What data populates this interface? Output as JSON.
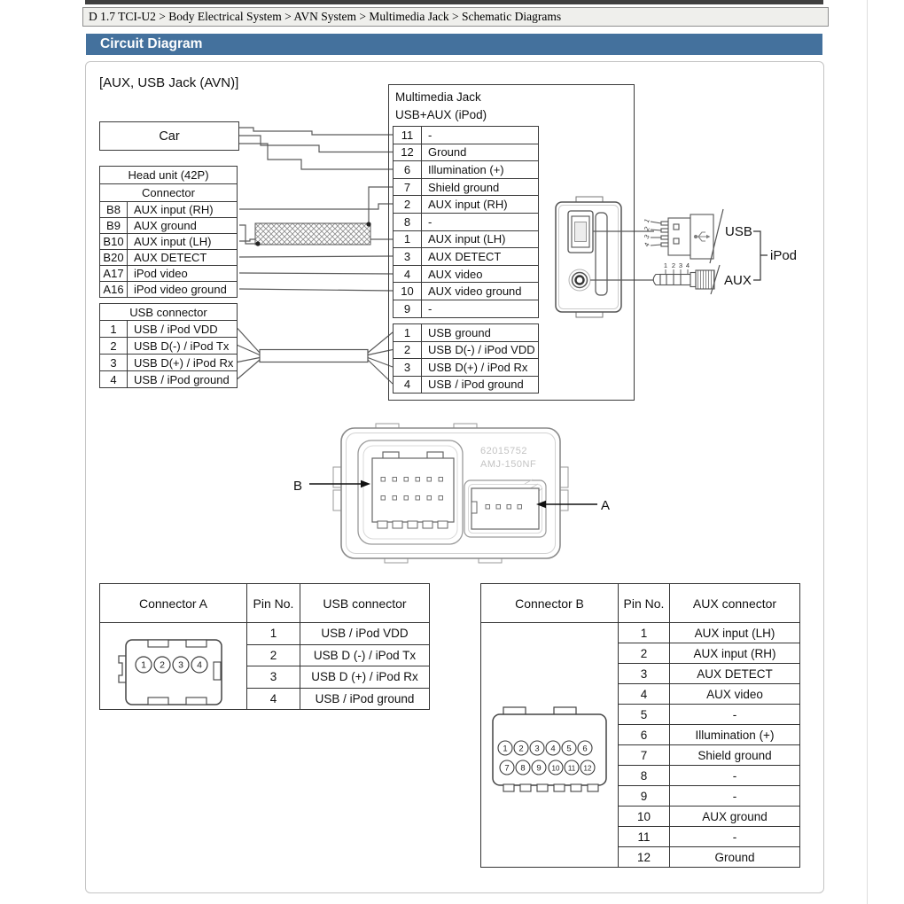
{
  "page": {
    "breadcrumb": "D 1.7 TCI-U2 > Body Electrical System > AVN System > Multimedia Jack > Schematic Diagrams",
    "section_title": "Circuit Diagram",
    "diagram_label": "[AUX, USB Jack (AVN)]"
  },
  "colors": {
    "header_blue": "#44719d",
    "wire": "#5a5a5a",
    "table_border": "#3a3a3a"
  },
  "car": {
    "label": "Car"
  },
  "head_unit": {
    "header1": "Head unit (42P)",
    "header2": "Connector",
    "rows": [
      {
        "pin": "B8",
        "label": "AUX input (RH)"
      },
      {
        "pin": "B9",
        "label": "AUX ground"
      },
      {
        "pin": "B10",
        "label": "AUX input (LH)"
      },
      {
        "pin": "B20",
        "label": "AUX DETECT"
      },
      {
        "pin": "A17",
        "label": "iPod video"
      },
      {
        "pin": "A16",
        "label": "iPod video ground"
      }
    ]
  },
  "usb_left": {
    "header": "USB connector",
    "rows": [
      {
        "pin": "1",
        "label": "USB / iPod VDD"
      },
      {
        "pin": "2",
        "label": "USB D(-) / iPod Tx"
      },
      {
        "pin": "3",
        "label": "USB D(+) / iPod Rx"
      },
      {
        "pin": "4",
        "label": "USB / iPod ground"
      }
    ]
  },
  "multimedia_jack": {
    "title1": "Multimedia Jack",
    "title2": "USB+AUX (iPod)",
    "rows": [
      {
        "pin": "11",
        "label": "-"
      },
      {
        "pin": "12",
        "label": "Ground"
      },
      {
        "pin": "6",
        "label": "Illumination (+)"
      },
      {
        "pin": "7",
        "label": "Shield ground"
      },
      {
        "pin": "2",
        "label": "AUX input (RH)"
      },
      {
        "pin": "8",
        "label": "-"
      },
      {
        "pin": "1",
        "label": "AUX input (LH)"
      },
      {
        "pin": "3",
        "label": "AUX DETECT"
      },
      {
        "pin": "4",
        "label": "AUX video"
      },
      {
        "pin": "10",
        "label": "AUX video ground"
      },
      {
        "pin": "9",
        "label": "-"
      }
    ],
    "usb_rows": [
      {
        "pin": "1",
        "label": "USB ground"
      },
      {
        "pin": "2",
        "label": "USB D(-) / iPod VDD"
      },
      {
        "pin": "3",
        "label": "USB D(+) / iPod Rx"
      },
      {
        "pin": "4",
        "label": "USB / iPod ground"
      }
    ]
  },
  "plugs": {
    "usb_label": "USB",
    "aux_label": "AUX",
    "ipod_label": "iPod",
    "usb_pins": [
      "1",
      "2",
      "3",
      "4"
    ],
    "aux_pins": [
      "1",
      "2",
      "3",
      "4"
    ]
  },
  "connector_photo": {
    "label_a": "A",
    "label_b": "B",
    "part_no1": "62015752",
    "part_no2": "AMJ-150NF"
  },
  "table_a": {
    "headers": [
      "Connector A",
      "Pin No.",
      "USB connector"
    ],
    "pins_drawing": [
      "1",
      "2",
      "3",
      "4"
    ],
    "rows": [
      {
        "pin": "1",
        "label": "USB / iPod VDD"
      },
      {
        "pin": "2",
        "label": "USB D (-) / iPod Tx"
      },
      {
        "pin": "3",
        "label": "USB D (+) / iPod Rx"
      },
      {
        "pin": "4",
        "label": "USB / iPod ground"
      }
    ]
  },
  "table_b": {
    "headers": [
      "Connector B",
      "Pin No.",
      "AUX connector"
    ],
    "pins_drawing": [
      "1",
      "2",
      "3",
      "4",
      "5",
      "6",
      "7",
      "8",
      "9",
      "10",
      "11",
      "12"
    ],
    "rows": [
      {
        "pin": "1",
        "label": "AUX input (LH)"
      },
      {
        "pin": "2",
        "label": "AUX input (RH)"
      },
      {
        "pin": "3",
        "label": "AUX DETECT"
      },
      {
        "pin": "4",
        "label": "AUX video"
      },
      {
        "pin": "5",
        "label": "-"
      },
      {
        "pin": "6",
        "label": "Illumination (+)"
      },
      {
        "pin": "7",
        "label": "Shield ground"
      },
      {
        "pin": "8",
        "label": "-"
      },
      {
        "pin": "9",
        "label": "-"
      },
      {
        "pin": "10",
        "label": "AUX ground"
      },
      {
        "pin": "11",
        "label": "-"
      },
      {
        "pin": "12",
        "label": "Ground"
      }
    ]
  }
}
